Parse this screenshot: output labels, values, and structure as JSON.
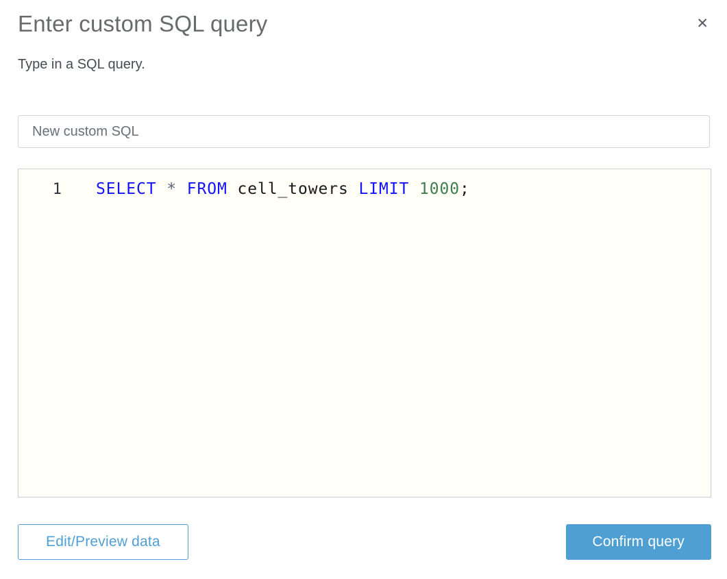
{
  "dialog": {
    "title": "Enter custom SQL query",
    "subtitle": "Type in a SQL query.",
    "close_glyph": "✕"
  },
  "name_input": {
    "value": "New custom SQL"
  },
  "editor": {
    "lines": [
      {
        "number": "1",
        "tokens": [
          {
            "text": "SELECT",
            "type": "keyword"
          },
          {
            "text": " ",
            "type": "plain"
          },
          {
            "text": "*",
            "type": "operator"
          },
          {
            "text": " ",
            "type": "plain"
          },
          {
            "text": "FROM",
            "type": "keyword"
          },
          {
            "text": " cell_towers ",
            "type": "identifier"
          },
          {
            "text": "LIMIT",
            "type": "keyword"
          },
          {
            "text": " ",
            "type": "plain"
          },
          {
            "text": "1000",
            "type": "number"
          },
          {
            "text": ";",
            "type": "punctuation"
          }
        ]
      }
    ]
  },
  "footer": {
    "edit_preview_label": "Edit/Preview data",
    "confirm_label": "Confirm query"
  },
  "colors": {
    "accent": "#4f9fd3",
    "keyword": "#1414fa",
    "number": "#3d7f50",
    "operator": "#5a697d",
    "code_plain": "#1a1a1f",
    "title_gray": "#666b6e",
    "text_gray": "#474c52",
    "input_text": "#687078",
    "border": "#cccccc",
    "editor_bg": "#fffef7"
  }
}
